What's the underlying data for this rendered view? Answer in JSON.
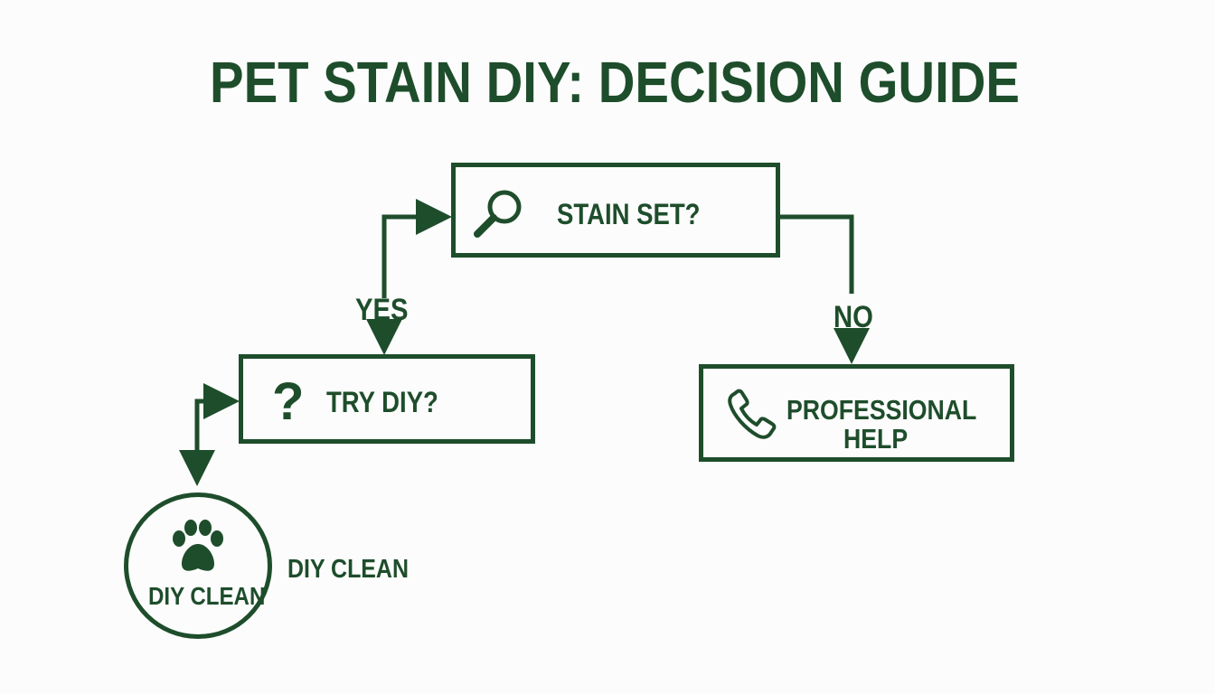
{
  "title": "PET STAIN DIY: DECISION GUIDE",
  "colors": {
    "primary": "#1e4d2b",
    "background": "#fbfcfb"
  },
  "nodes": {
    "stain_set": {
      "label": "STAIN SET?",
      "icon": "magnifier-icon"
    },
    "try_diy": {
      "label": "TRY DIY?",
      "icon": "question-mark-icon"
    },
    "professional_help": {
      "label_line1": "PROFESSIONAL",
      "label_line2": "HELP",
      "icon": "phone-icon"
    },
    "diy_clean": {
      "label": "DIY CLEAN",
      "icon": "paw-print-icon"
    }
  },
  "edges": {
    "yes_label": "YES",
    "no_label": "NO"
  },
  "side_label": "DIY CLEAN"
}
